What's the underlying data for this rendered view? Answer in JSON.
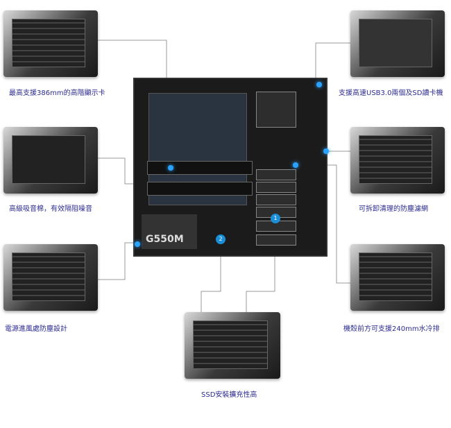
{
  "features": {
    "gpu": "最高支援386mm的高階顯示卡",
    "foam": "高級吸音棉，有效隔阻噪音",
    "psu_filter": "電源進風處防塵設計",
    "ssd": "SSD安裝擴充性高",
    "usb": "支援高速USB3.0兩個及SD讀卡機",
    "filter": "可拆卸清理的防塵濾網",
    "radiator": "機殼前方可支援240mm水冷排"
  },
  "case": {
    "psu_label": "G550M",
    "marker_1": "1",
    "marker_2": "2"
  }
}
